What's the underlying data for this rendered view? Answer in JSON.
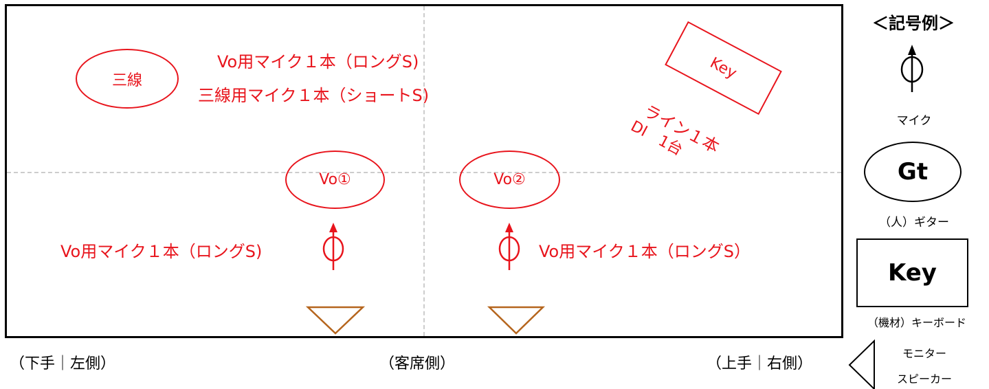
{
  "stage": {
    "shamisen_oval": "三線",
    "vo1_oval": "Vo①",
    "vo2_oval": "Vo②",
    "mic_note_line1": "Vo用マイク１本（ロングS)",
    "mic_note_line2": "三線用マイク１本（ショートS)",
    "vo1_mic_label": "Vo用マイク１本（ロングS)",
    "vo2_mic_label": "Vo用マイク１本（ロングS）",
    "key_box": "Key",
    "key_line_label": "ライン１本",
    "key_di_label": "DI　1台",
    "bottom_left_label": "（下手｜左側）",
    "bottom_center_label": "（客席側）",
    "bottom_right_label": "（上手｜右側）"
  },
  "legend": {
    "title": "＜記号例＞",
    "mic_caption": "マイク",
    "person_symbol": "Gt",
    "person_caption": "（人）ギター",
    "equipment_symbol": "Key",
    "equipment_caption": "（機材）キーボード",
    "monitor_caption_line1": "モニター",
    "monitor_caption_line2": "スピーカー"
  },
  "colors": {
    "accent_red": "#e8141c",
    "monitor_brown": "#b5651d",
    "grid_gray": "#cccccc"
  }
}
